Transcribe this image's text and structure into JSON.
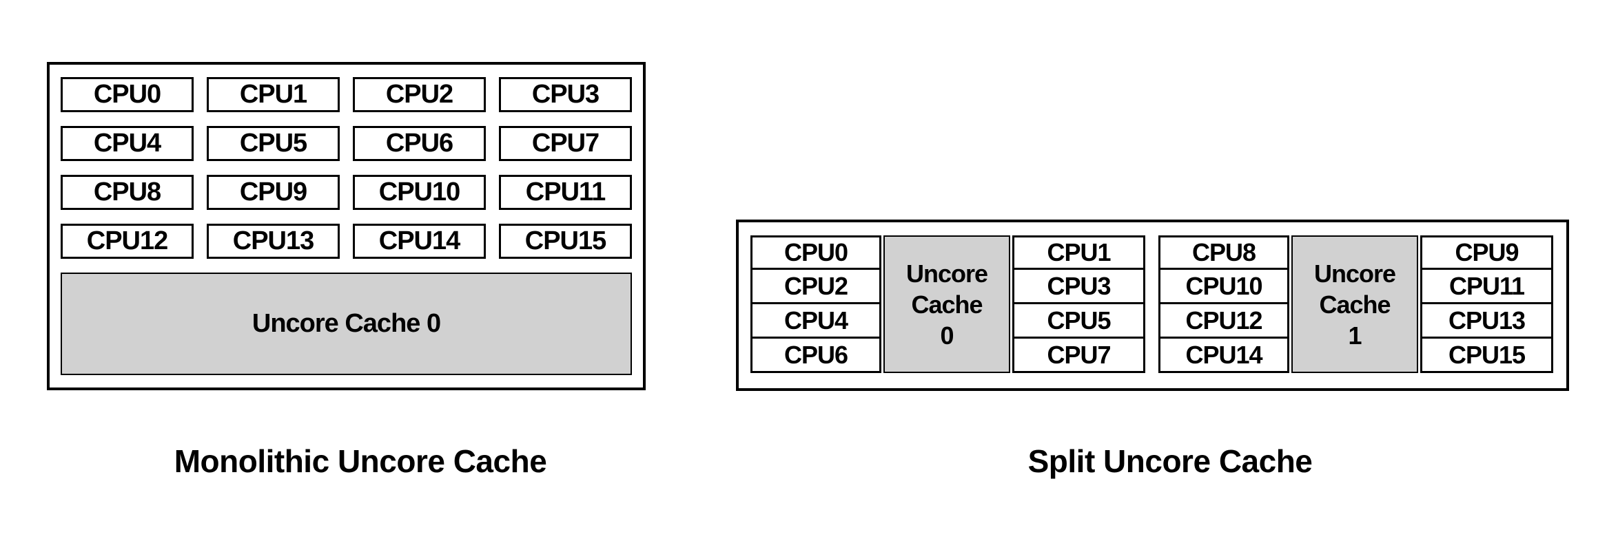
{
  "colors": {
    "cache_fill": "#d1d1d1",
    "border": "#000000",
    "background": "#ffffff"
  },
  "monolithic": {
    "caption": "Monolithic Uncore Cache",
    "cache_label": "Uncore Cache 0",
    "cpus": [
      "CPU0",
      "CPU1",
      "CPU2",
      "CPU3",
      "CPU4",
      "CPU5",
      "CPU6",
      "CPU7",
      "CPU8",
      "CPU9",
      "CPU10",
      "CPU11",
      "CPU12",
      "CPU13",
      "CPU14",
      "CPU15"
    ]
  },
  "split": {
    "caption": "Split Uncore Cache",
    "groups": [
      {
        "left_cpus": [
          "CPU0",
          "CPU2",
          "CPU4",
          "CPU6"
        ],
        "cache_lines": [
          "Uncore",
          "Cache",
          "0"
        ],
        "right_cpus": [
          "CPU1",
          "CPU3",
          "CPU5",
          "CPU7"
        ]
      },
      {
        "left_cpus": [
          "CPU8",
          "CPU10",
          "CPU12",
          "CPU14"
        ],
        "cache_lines": [
          "Uncore",
          "Cache",
          "1"
        ],
        "right_cpus": [
          "CPU9",
          "CPU11",
          "CPU13",
          "CPU15"
        ]
      }
    ]
  }
}
